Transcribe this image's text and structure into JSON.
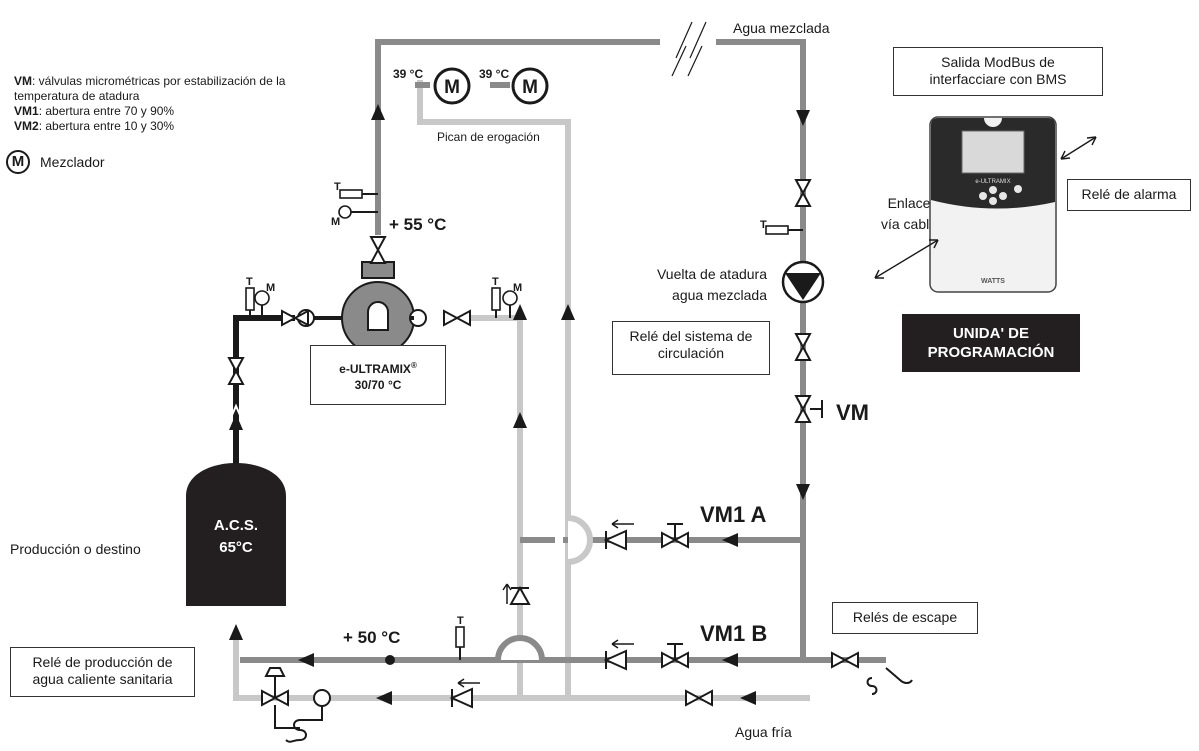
{
  "labels": {
    "agua_mezclada": "Agua mezclada",
    "agua_fria": "Agua fría",
    "pican_erogacion": "Pican de erogación",
    "produccion_destino": "Producción o destino",
    "vuelta_atadura_1": "Vuelta de atadura",
    "vuelta_atadura_2": "agua mezclada",
    "enlace_1": "Enlace",
    "enlace_2": "vía cable",
    "temp_55": "+ 55 °C",
    "temp_50": "+ 50 °C",
    "temp_39_a": "39 °C",
    "temp_39_b": "39 °C",
    "vm": "VM",
    "vm1a": "VM1 A",
    "vm1b": "VM1 B",
    "t": "T",
    "m": "M",
    "mixer_glyph": "M"
  },
  "tank": {
    "line1": "A.C.S.",
    "line2": "65°C"
  },
  "ultramix": {
    "line1": "e-ULTRAMIX",
    "reg": "®",
    "line2": "30/70 °C"
  },
  "legend": {
    "vm_key": "VM",
    "vm_text": ": válvulas micrométricas por estabilización de la temperatura de atadura",
    "vm1_key": "VM1",
    "vm1_text": ": abertura entre 70 y 90%",
    "vm2_key": "VM2",
    "vm2_text": ": abertura entre 10 y 30%",
    "mixer_label": "Mezclador"
  },
  "boxes": {
    "modbus": "Salida ModBus de interfacciare con BMS",
    "alarma": "Relé de alarma",
    "circulacion": "Relé del sistema de circulación",
    "escape": "Relés de escape",
    "produccion": "Relé de producción de agua caliente sanitaria"
  },
  "unida": "UNIDA' DE PROGRAMACIÓN",
  "device": {
    "brand": "e-ULTRAMIX",
    "maker": "WATTS"
  },
  "colors": {
    "hot": "#8a8a8a",
    "cold": "#c8c8c8",
    "dark": "#1a1a1a",
    "panel": "#231f20"
  }
}
